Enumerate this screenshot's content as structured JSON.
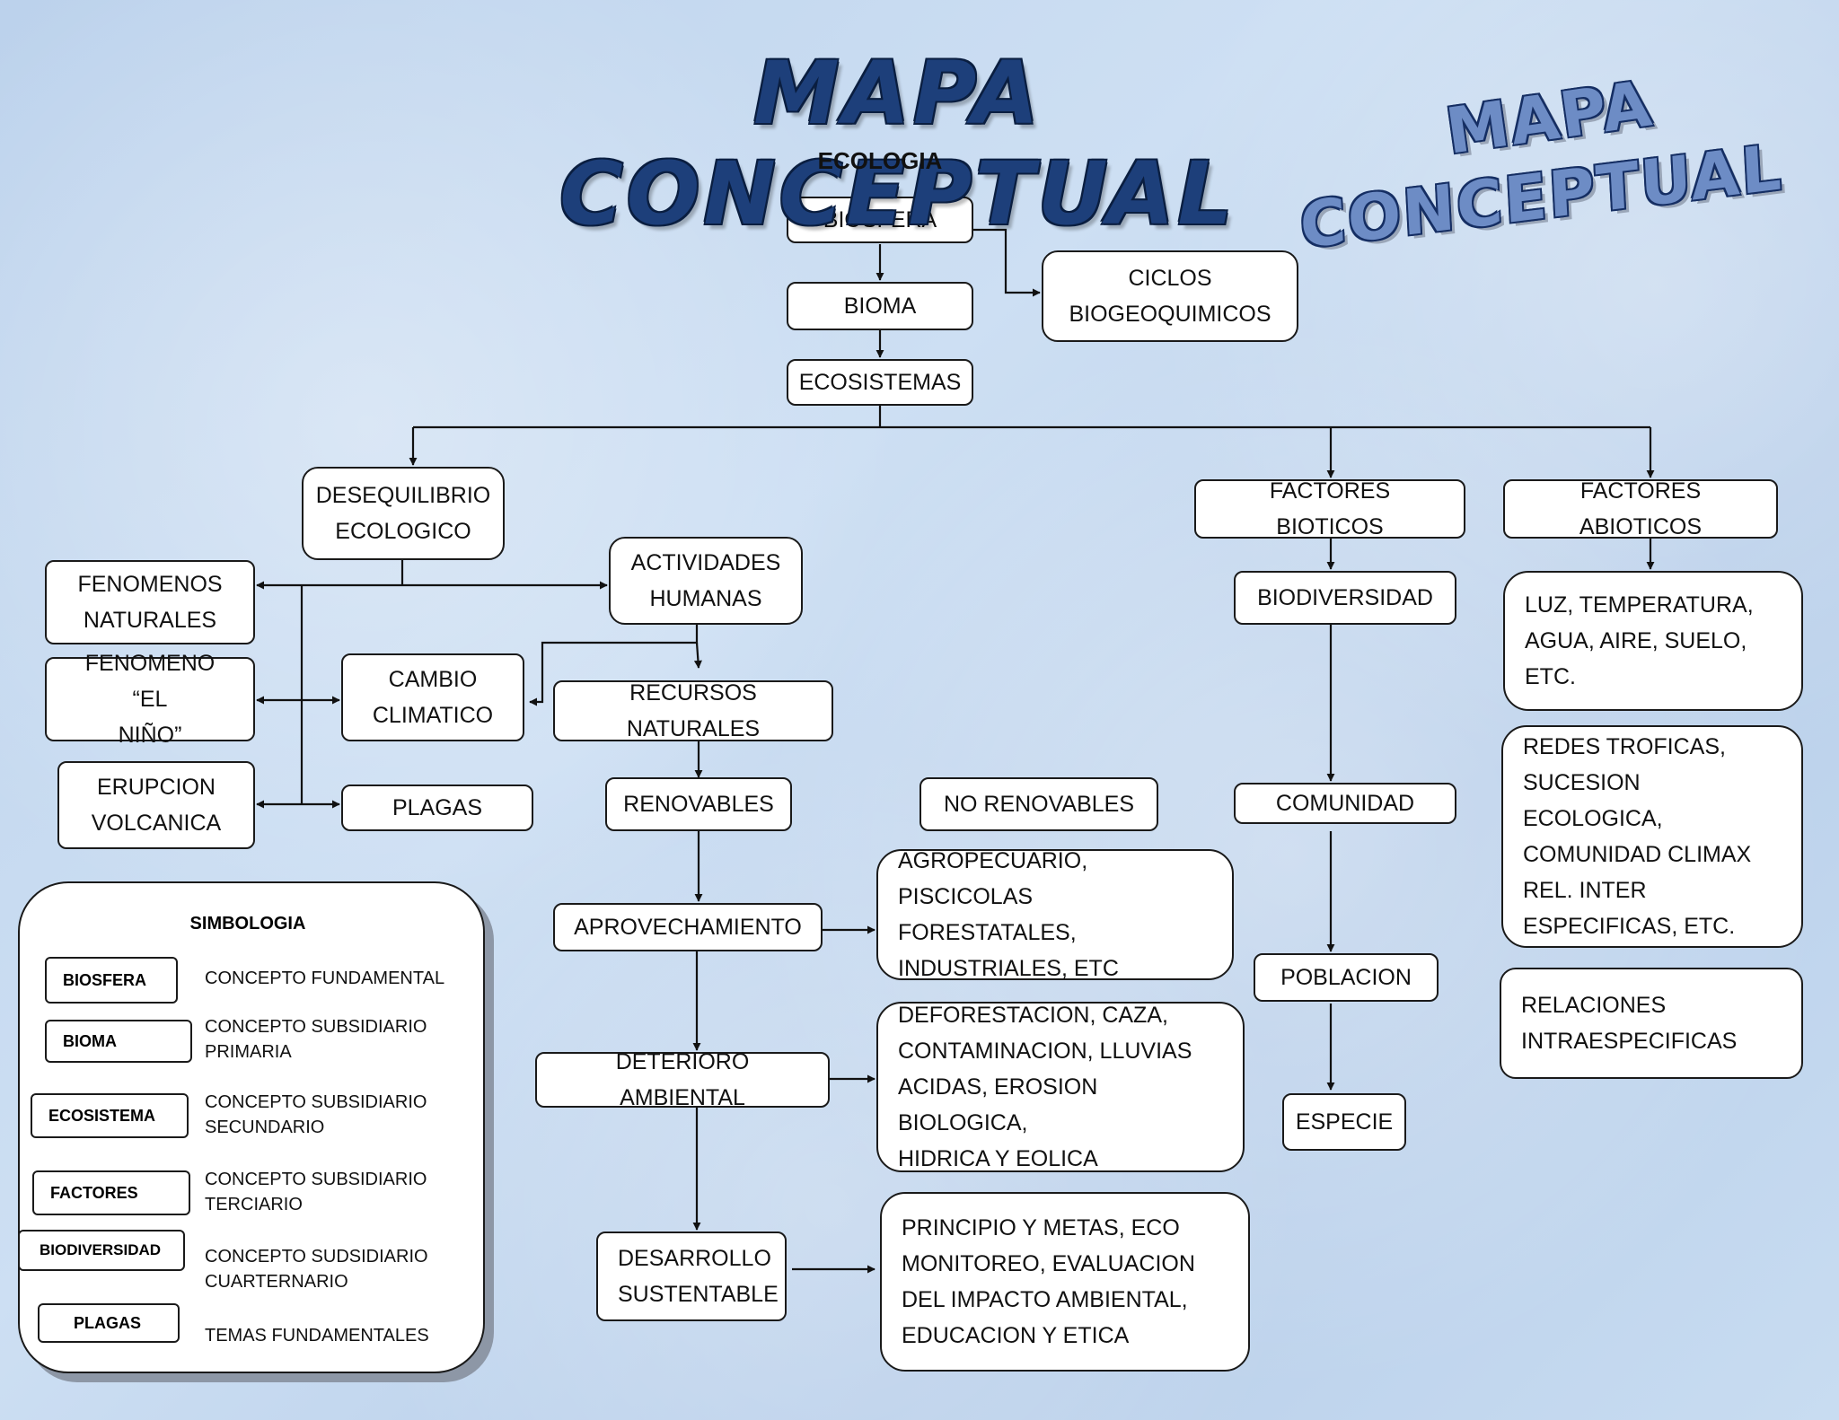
{
  "header": {
    "title": "MAPA CONCEPTUAL",
    "subtitle": "ECOLOGIA",
    "wordart_line1": "MAPA",
    "wordart_line2": "CONCEPTUAL"
  },
  "nodes": {
    "biosfera": "BIOSFERA",
    "bioma": "BIOMA",
    "ciclos": "CICLOS\nBIOGEOQUIMICOS",
    "ecosistemas": "ECOSISTEMAS",
    "desequilibrio": "DESEQUILIBRIO\nECOLOGICO",
    "factores_bioticos": "FACTORES BIOTICOS",
    "factores_abioticos": "FACTORES ABIOTICOS",
    "fenomenos_naturales": "FENOMENOS\nNATURALES",
    "actividades_humanas": "ACTIVIDADES\nHUMANAS",
    "fenomeno_nino": "FENOMENO “EL\nNIÑO”",
    "cambio_climatico": "CAMBIO\nCLIMATICO",
    "recursos_naturales": "RECURSOS NATURALES",
    "erupcion": "ERUPCION\nVOLCANICA",
    "plagas": "PLAGAS",
    "renovables": "RENOVABLES",
    "no_renovables": "NO RENOVABLES",
    "biodiversidad": "BIODIVERSIDAD",
    "luz": "LUZ, TEMPERATURA,\nAGUA, AIRE, SUELO,\nETC.",
    "redes": "REDES TROFICAS,\nSUCESION ECOLOGICA,\nCOMUNIDAD CLIMAX\nREL. INTER\nESPECIFICAS, ETC.",
    "comunidad": "COMUNIDAD",
    "aprovechamiento": "APROVECHAMIENTO",
    "agropecuario": "AGROPECUARIO, PISCICOLAS\nFORESTATALES,\nINDUSTRIALES, ETC",
    "poblacion": "POBLACION",
    "relaciones": "RELACIONES\nINTRAESPECIFICAS",
    "deterioro": "DETERIORO AMBIENTAL",
    "deforestacion": "DEFORESTACION, CAZA,\nCONTAMINACION, LLUVIAS\nACIDAS, EROSION BIOLOGICA,\nHIDRICA Y EOLICA",
    "especie": "ESPECIE",
    "desarrollo": "DESARROLLO\nSUSTENTABLE",
    "principio": "PRINCIPIO Y METAS, ECO\nMONITOREO, EVALUACION\nDEL IMPACTO AMBIENTAL,\nEDUCACION Y ETICA"
  },
  "legend": {
    "title": "SIMBOLOGIA",
    "items": [
      {
        "box": "BIOSFERA",
        "desc": "CONCEPTO FUNDAMENTAL"
      },
      {
        "box": "BIOMA",
        "desc": "CONCEPTO SUBSIDIARIO\nPRIMARIA"
      },
      {
        "box": "ECOSISTEMA",
        "desc": "CONCEPTO SUBSIDIARIO\nSECUNDARIO"
      },
      {
        "box": "FACTORES",
        "desc": "CONCEPTO SUBSIDIARIO\nTERCIARIO"
      },
      {
        "box": "BIODIVERSIDAD",
        "desc": "CONCEPTO SUDSIDIARIO\nCUARTERNARIO"
      },
      {
        "box": "PLAGAS",
        "desc": "TEMAS FUNDAMENTALES"
      }
    ]
  }
}
